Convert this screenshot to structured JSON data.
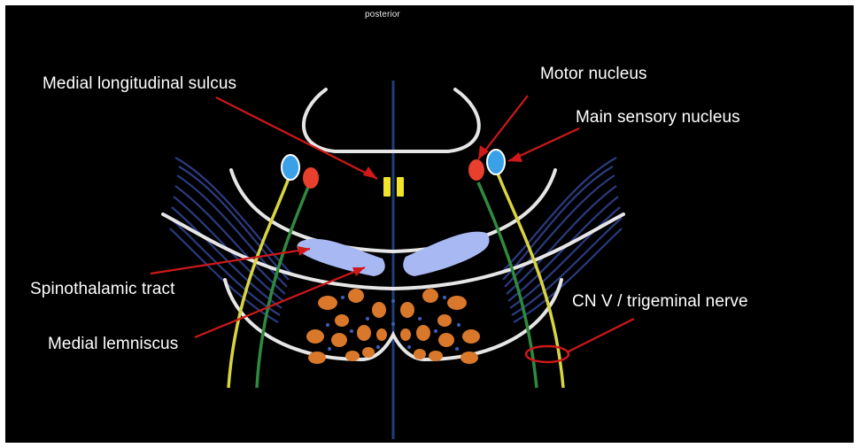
{
  "orientation_label": "posterior",
  "labels": {
    "medial_longitudinal_sulcus": "Medial longitudinal sulcus",
    "motor_nucleus": "Motor nucleus",
    "main_sensory_nucleus": "Main sensory nucleus",
    "spinothalamic_tract": "Spinothalamic tract",
    "medial_lemniscus": "Medial lemniscus",
    "cn_v": "CN V / trigeminal nerve"
  },
  "colors": {
    "background": "#000000",
    "outline": "#e6e6e6",
    "midline": "#1c3f7a",
    "arrow": "#d01818",
    "motor_nucleus": "#e8402c",
    "sensory_nucleus": "#3aa0e8",
    "mlf": "#f1e32a",
    "spinothalamic": "#a8b8f2",
    "pontine_nuclei": "#d9782a",
    "motor_root": "#2f8a3e",
    "sensory_root": "#d9d440",
    "fibers": "#2a3b80"
  }
}
